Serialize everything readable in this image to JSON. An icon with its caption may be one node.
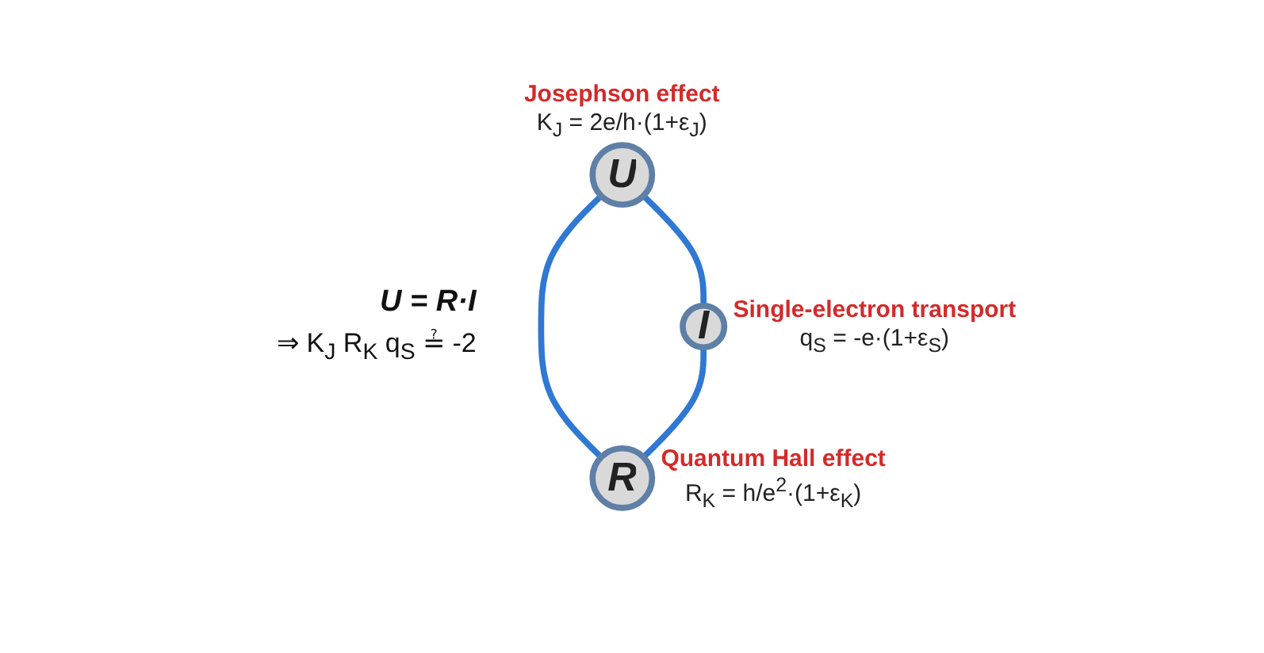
{
  "diagram": {
    "nodes": [
      {
        "text": [
          "U"
        ],
        "beside": [
          "Josephson effect",
          "K$_{J}$ = 2e/h·(1+ε$_{J}$)"
        ]
      },
      {
        "text": [
          "I"
        ],
        "beside": [
          "Single-electron transport",
          "q$_{S}$ = -e·(1+ε$_{S}$)"
        ]
      },
      {
        "text": [
          "R"
        ],
        "beside": [
          "Quantum Hall effect",
          "R$_{K}$ = h/e$^{2}$·(1+ε$_{K}$)"
        ]
      }
    ],
    "edges": [
      {
        "from": 0,
        "to": 1,
        "arrow": "none"
      },
      {
        "from": 0,
        "to": 2,
        "arrow": "none"
      },
      {
        "from": 1,
        "to": 2,
        "arrow": "none"
      }
    ],
    "labels": [
      "U = R·I",
      "⇒ K$_{J}$ R$_{K}$ q$_{S}$ ≟ -2"
    ]
  }
}
